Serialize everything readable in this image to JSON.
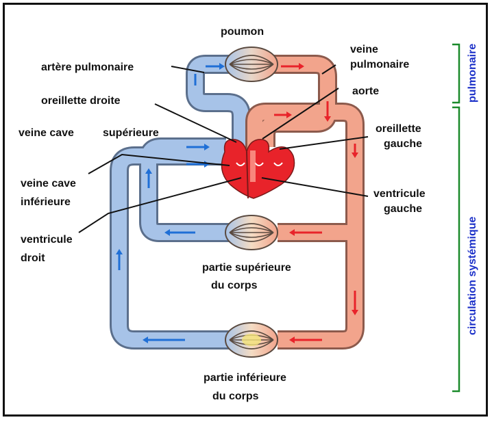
{
  "labels": {
    "poumon": "poumon",
    "artere_pulmonaire": "artère pulmonaire",
    "veine_pulmonaire_1": "veine",
    "veine_pulmonaire_2": "pulmonaire",
    "aorte": "aorte",
    "oreillette_droite": "oreillette droite",
    "veine_cave_superieure_1": "veine cave",
    "veine_cave_superieure_2": "supérieure",
    "oreillette_gauche_1": "oreillette",
    "oreillette_gauche_2": "gauche",
    "veine_cave_inferieure_1": "veine cave",
    "veine_cave_inferieure_2": "inférieure",
    "ventricule_gauche_1": "ventricule",
    "ventricule_gauche_2": "gauche",
    "ventricule_droit_1": "ventricule",
    "ventricule_droit_2": "droit",
    "partie_superieure_1": "partie supérieure",
    "partie_superieure_2": "du corps",
    "partie_inferieure_1": "partie inférieure",
    "partie_inferieure_2": "du corps"
  },
  "circuits": {
    "pulmonaire": "pulmonaire",
    "systemique": "circulation systémique"
  },
  "colors": {
    "venous": "#a7c3e8",
    "venous_edge": "#5b6f8c",
    "arterial": "#f2a48c",
    "arterial_edge": "#8c5a4c",
    "arrow_blue": "#1f6fd6",
    "arrow_red": "#e8232a",
    "heart": "#e8232a",
    "bracket": "#1a8a2a",
    "circuit_label": "#1a2fc8"
  }
}
